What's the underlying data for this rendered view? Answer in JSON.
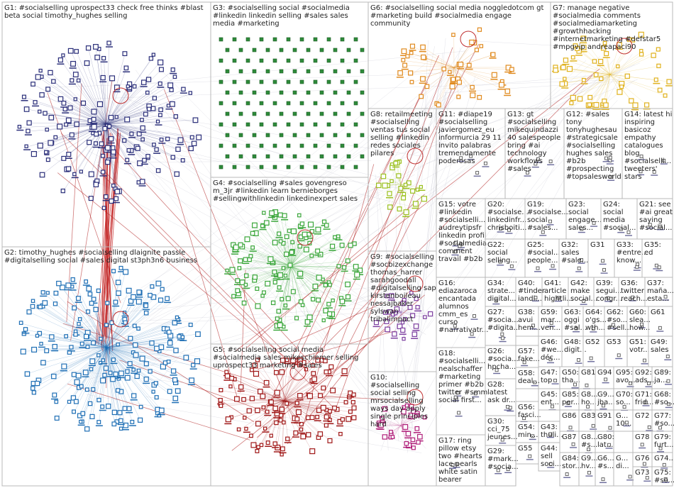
{
  "groups": [
    {
      "id": "G1",
      "lines": [
        "G1: #socialselling uprospect33 check free thinks #blast",
        "beta social timothy_hughes selling"
      ],
      "color": "#2b2f7a"
    },
    {
      "id": "G2",
      "lines": [
        "G2: timothy_hughes #socialselling dlaignite passle",
        "#digitalselling social #sales digital st3ph3n6 business"
      ],
      "color": "#1f6fb5"
    },
    {
      "id": "G3",
      "lines": [
        "G3: #socialselling social #socialmedia",
        "#linkedin linkedin selling #sales sales",
        "media #marketing"
      ],
      "color": "#2e8b3a"
    },
    {
      "id": "G4",
      "lines": [
        "G4: #socialselling #sales govengreso",
        "m_3jr #linkedin learn bernieborges",
        "#sellingwithlinkedin linkedinexpert sales"
      ],
      "color": "#3aa63a"
    },
    {
      "id": "G5",
      "lines": [
        "G5: #socialselling social media",
        "#socialmedia sales mikeschiemer selling",
        "uprospect33 marketing #sales"
      ],
      "color": "#a01818"
    },
    {
      "id": "G6",
      "lines": [
        "G6: #socialselling social media noggledotcom gt",
        "#marketing build #socialmedia engage",
        "community"
      ],
      "color": "#e08a1e"
    },
    {
      "id": "G7",
      "lines": [
        "G7: manage negative",
        "#socialmedia comments",
        "#socialmediamarketing",
        "#growthhacking",
        "#internetmarketing #defstar5",
        "#mpgvip andreapaci90"
      ],
      "color": "#e0b21e"
    },
    {
      "id": "G8",
      "lines": [
        "G8: retailmeeting",
        "#socialselling",
        "ventas tus social",
        "selling #linkedin",
        "redes sociales",
        "pilares"
      ],
      "color": "#9bc01e"
    },
    {
      "id": "G9",
      "lines": [
        "G9: #socialselling",
        "#socbizexchange",
        "thomas_harrer",
        "sarahgoodall",
        "#digitalselling sap",
        "kirstenboileau",
        "nessajbaker",
        "sylswan",
        "tribalimpact"
      ],
      "color": "#7d3fa0"
    },
    {
      "id": "G10",
      "lines": [
        "G10:",
        "#socialselling",
        "social selling",
        "mrsocialselling",
        "ways day apply",
        "single principles",
        "hard"
      ],
      "color": "#b0207a"
    },
    {
      "id": "G11",
      "lines": [
        "G11: #diape19",
        "#socialselling",
        "javiergomez_eu",
        "informurcia 29 11",
        "invito palabras",
        "tremendamente",
        "poderosas"
      ],
      "color": "#6a6a6a"
    },
    {
      "id": "G13",
      "lines": [
        "G13: gt",
        "#socialselling",
        "mikequindazzi",
        "40 salespeople",
        "bring #ai",
        "technology",
        "workflows",
        "#sales"
      ],
      "color": "#6a6a6a"
    },
    {
      "id": "G12",
      "lines": [
        "G12: #sales",
        "tony",
        "tonyhughesau",
        "#strategicsale",
        "#socialselling",
        "hughes sales",
        "#b2b",
        "#prospecting",
        "#topsalesworld"
      ],
      "color": "#6a6a6a"
    },
    {
      "id": "G14",
      "lines": [
        "G14: latest hi",
        "inspiring",
        "basicoz",
        "empathy",
        "catalogues",
        "blog",
        "#socialselli...",
        "tweeters'",
        "stars"
      ],
      "color": "#6a6a6a"
    },
    {
      "id": "G15",
      "lines": [
        "G15: votre",
        "#linkedin",
        "#socialselli...",
        "audreytipsfr",
        "linkedin profil",
        "#socialmedia",
        "comment",
        "travail #b2b"
      ],
      "color": "#6a6a6a"
    },
    {
      "id": "G20",
      "lines": [
        "G20:",
        "#socialse...",
        "linkedinfr...",
        "chrisboiti...",
        "#socialse..."
      ],
      "color": "#6a6a6a"
    },
    {
      "id": "G19",
      "lines": [
        "G19:",
        "#socialse...",
        "social",
        "#sales..."
      ],
      "color": "#6a6a6a"
    },
    {
      "id": "G23",
      "lines": [
        "G23:",
        "social",
        "engage...",
        "sales..."
      ],
      "color": "#6a6a6a"
    },
    {
      "id": "G24",
      "lines": [
        "G24:",
        "social",
        "media",
        "#social..."
      ],
      "color": "#6a6a6a"
    },
    {
      "id": "G21",
      "lines": [
        "G21: see",
        "#ai great",
        "saying",
        "#social..."
      ],
      "color": "#6a6a6a"
    },
    {
      "id": "G22",
      "lines": [
        "G22:",
        "social",
        "selling..."
      ],
      "color": "#6a6a6a"
    },
    {
      "id": "G25",
      "lines": [
        "G25:",
        "#social...",
        "people..."
      ],
      "color": "#6a6a6a"
    },
    {
      "id": "G32",
      "lines": [
        "G32:",
        "sales",
        "#sale..."
      ],
      "color": "#6a6a6a"
    },
    {
      "id": "G31",
      "lines": [
        "G31"
      ],
      "color": "#6a6a6a"
    },
    {
      "id": "G33",
      "lines": [
        "G33:",
        "#entre...",
        "know..."
      ],
      "color": "#6a6a6a"
    },
    {
      "id": "G35",
      "lines": [
        "G35:",
        "ed"
      ],
      "color": "#6a6a6a"
    },
    {
      "id": "G16",
      "lines": [
        "G16:",
        "ediazaroca",
        "encantada",
        "alumnos",
        "cmm_es",
        "curso",
        "#narrativatr..."
      ],
      "color": "#6a6a6a"
    },
    {
      "id": "G34",
      "lines": [
        "G34:",
        "strate...",
        "digital..."
      ],
      "color": "#6a6a6a"
    },
    {
      "id": "G40",
      "lines": [
        "G40:",
        "#tinder",
        "iandi..."
      ],
      "color": "#6a6a6a"
    },
    {
      "id": "G41",
      "lines": [
        "G41:",
        "article",
        "hightli..."
      ],
      "color": "#6a6a6a"
    },
    {
      "id": "G42",
      "lines": [
        "G42:",
        "make",
        "social..."
      ],
      "color": "#6a6a6a"
    },
    {
      "id": "G39",
      "lines": [
        "G39:",
        "segui...",
        "congr..."
      ],
      "color": "#6a6a6a"
    },
    {
      "id": "G36",
      "lines": [
        "G36:",
        "twitter",
        "reach..."
      ],
      "color": "#6a6a6a"
    },
    {
      "id": "G37",
      "lines": [
        "G37:",
        "maña...",
        "esta..."
      ],
      "color": "#6a6a6a"
    },
    {
      "id": "G27",
      "lines": [
        "G27:",
        "#socia...",
        "#digita..."
      ],
      "color": "#6a6a6a"
    },
    {
      "id": "G38",
      "lines": [
        "G38:",
        "avui",
        "hem..."
      ],
      "color": "#6a6a6a"
    },
    {
      "id": "G59",
      "lines": [
        "G59:",
        "mar...",
        "ven..."
      ],
      "color": "#6a6a6a"
    },
    {
      "id": "G63",
      "lines": [
        "G63:",
        "oggi",
        "#sal..."
      ],
      "color": "#6a6a6a"
    },
    {
      "id": "G64",
      "lines": [
        "G64:",
        "o'gs...",
        "wth..."
      ],
      "color": "#6a6a6a"
    },
    {
      "id": "G62",
      "lines": [
        "G62:",
        "#so...",
        "#sell..."
      ],
      "color": "#6a6a6a"
    },
    {
      "id": "G60",
      "lines": [
        "G60:",
        "slea...",
        "how..."
      ],
      "color": "#6a6a6a"
    },
    {
      "id": "G61",
      "lines": [
        "G61"
      ],
      "color": "#6a6a6a"
    },
    {
      "id": "G18",
      "lines": [
        "G18:",
        "#socialselli...",
        "nealschaffer",
        "#marketing",
        "primer #b2b",
        "twitter #smm",
        "social first..."
      ],
      "color": "#6a6a6a"
    },
    {
      "id": "G26",
      "lines": [
        "G26:",
        "#socia...",
        "hpcha..."
      ],
      "color": "#6a6a6a"
    },
    {
      "id": "G46",
      "lines": [
        "G46:",
        "#we...",
        "déc..."
      ],
      "color": "#6a6a6a"
    },
    {
      "id": "G48",
      "lines": [
        "G48:",
        "digit..."
      ],
      "color": "#6a6a6a"
    },
    {
      "id": "G52",
      "lines": [
        "G52"
      ],
      "color": "#6a6a6a"
    },
    {
      "id": "G53",
      "lines": [
        "G53"
      ],
      "color": "#6a6a6a"
    },
    {
      "id": "G51",
      "lines": [
        "G51:",
        "votr..."
      ],
      "color": "#6a6a6a"
    },
    {
      "id": "G49",
      "lines": [
        "G49:",
        "sales"
      ],
      "color": "#6a6a6a"
    },
    {
      "id": "G28",
      "lines": [
        "G28:",
        "latest",
        "ask dr..."
      ],
      "color": "#6a6a6a"
    },
    {
      "id": "G57",
      "lines": [
        "G57:",
        "fake..."
      ],
      "color": "#6a6a6a"
    },
    {
      "id": "G47",
      "lines": [
        "G47:",
        "top",
        "10..."
      ],
      "color": "#6a6a6a"
    },
    {
      "id": "G50",
      "lines": [
        "G50:",
        "tha...",
        "jim..."
      ],
      "color": "#6a6a6a"
    },
    {
      "id": "G81",
      "lines": [
        "G81"
      ],
      "color": "#6a6a6a"
    },
    {
      "id": "G94",
      "lines": [
        "G94"
      ],
      "color": "#6a6a6a"
    },
    {
      "id": "G95",
      "lines": [
        "G95:",
        "avo..."
      ],
      "color": "#6a6a6a"
    },
    {
      "id": "G92",
      "lines": [
        "G92:",
        "ads..."
      ],
      "color": "#6a6a6a"
    },
    {
      "id": "G89",
      "lines": [
        "G89:",
        "ja..."
      ],
      "color": "#6a6a6a"
    },
    {
      "id": "G17",
      "lines": [
        "G17: ring",
        "pillow etsy",
        "two #hearts",
        "lace pearls",
        "white satin",
        "bearer"
      ],
      "color": "#6a6a6a"
    },
    {
      "id": "G58",
      "lines": [
        "G58:",
        "deal...",
        "imd..."
      ],
      "color": "#6a6a6a"
    },
    {
      "id": "G45",
      "lines": [
        "G45:",
        "ent...",
        "#so..."
      ],
      "color": "#6a6a6a"
    },
    {
      "id": "G85",
      "lines": [
        "G85:",
        "per...",
        "#so..."
      ],
      "color": "#6a6a6a"
    },
    {
      "id": "G8x",
      "lines": [
        "G8...",
        "ho..."
      ],
      "color": "#6a6a6a"
    },
    {
      "id": "G9x",
      "lines": [
        "G9...",
        "jba..."
      ],
      "color": "#6a6a6a"
    },
    {
      "id": "G70",
      "lines": [
        "G70:",
        "so..."
      ],
      "color": "#6a6a6a"
    },
    {
      "id": "G71",
      "lines": [
        "G71:",
        "frid..."
      ],
      "color": "#6a6a6a"
    },
    {
      "id": "G68",
      "lines": [
        "G68:",
        "#so..."
      ],
      "color": "#6a6a6a"
    },
    {
      "id": "G30",
      "lines": [
        "G30:",
        "cci_75",
        "jeunes..."
      ],
      "color": "#6a6a6a"
    },
    {
      "id": "G56",
      "lines": [
        "G56:",
        "fasci..."
      ],
      "color": "#6a6a6a"
    },
    {
      "id": "G86",
      "lines": [
        "G86"
      ],
      "color": "#6a6a6a"
    },
    {
      "id": "G83",
      "lines": [
        "G83"
      ],
      "color": "#6a6a6a"
    },
    {
      "id": "G91",
      "lines": [
        "G91"
      ],
      "color": "#6a6a6a"
    },
    {
      "id": "Gx10",
      "lines": [
        "G...",
        "10..."
      ],
      "color": "#6a6a6a"
    },
    {
      "id": "G72",
      "lines": [
        "G72"
      ],
      "color": "#6a6a6a"
    },
    {
      "id": "G77",
      "lines": [
        "G77:",
        "#so..."
      ],
      "color": "#6a6a6a"
    },
    {
      "id": "G54",
      "lines": [
        "G54:",
        "min...",
        "less..."
      ],
      "color": "#6a6a6a"
    },
    {
      "id": "G43",
      "lines": [
        "G43:",
        "thuli...",
        "re..."
      ],
      "color": "#6a6a6a"
    },
    {
      "id": "G87",
      "lines": [
        "G87"
      ],
      "color": "#6a6a6a"
    },
    {
      "id": "G8y",
      "lines": [
        "G8...",
        "#s..."
      ],
      "color": "#6a6a6a"
    },
    {
      "id": "G80",
      "lines": [
        "G80:",
        "lat..."
      ],
      "color": "#6a6a6a"
    },
    {
      "id": "G78",
      "lines": [
        "G78"
      ],
      "color": "#6a6a6a"
    },
    {
      "id": "G79",
      "lines": [
        "G79:",
        "furt..."
      ],
      "color": "#6a6a6a"
    },
    {
      "id": "G29",
      "lines": [
        "G29:",
        "#mark...",
        "#socia..."
      ],
      "color": "#6a6a6a"
    },
    {
      "id": "G55",
      "lines": [
        "G55"
      ],
      "color": "#6a6a6a"
    },
    {
      "id": "G44",
      "lines": [
        "G44:",
        "sell",
        "soci..."
      ],
      "color": "#6a6a6a"
    },
    {
      "id": "G84",
      "lines": [
        "G84:",
        "stor..."
      ],
      "color": "#6a6a6a"
    },
    {
      "id": "G9y",
      "lines": [
        "G9...",
        "hv..."
      ],
      "color": "#6a6a6a"
    },
    {
      "id": "G6x",
      "lines": [
        "G6...",
        "#s..."
      ],
      "color": "#6a6a6a"
    },
    {
      "id": "Gxdi",
      "lines": [
        "G...",
        "di..."
      ],
      "color": "#6a6a6a"
    },
    {
      "id": "G76",
      "lines": [
        "G76"
      ],
      "color": "#6a6a6a"
    },
    {
      "id": "G74",
      "lines": [
        "G74..."
      ],
      "color": "#6a6a6a"
    },
    {
      "id": "G73",
      "lines": [
        "G73"
      ],
      "color": "#6a6a6a"
    },
    {
      "id": "G75",
      "lines": [
        "G75:",
        "#so..."
      ],
      "color": "#6a6a6a"
    }
  ]
}
